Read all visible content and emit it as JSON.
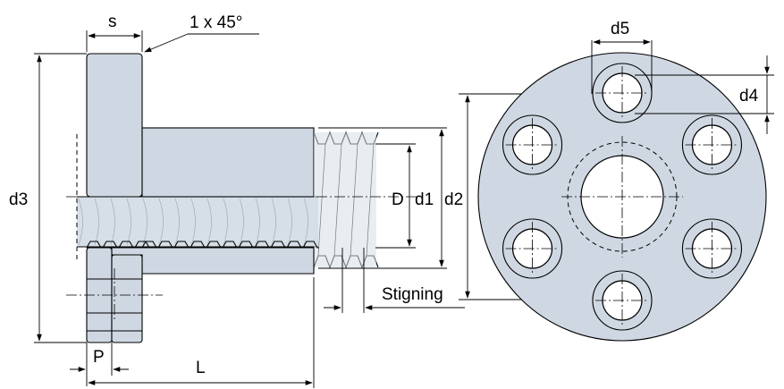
{
  "labels": {
    "s": "s",
    "chamfer": "1 x 45°",
    "d3": "d3",
    "D": "D",
    "d1": "d1",
    "d2": "d2",
    "d5": "d5",
    "d4": "d4",
    "stigning": "Stigning",
    "P": "P",
    "L": "L"
  },
  "colors": {
    "part_fill": "#cfd8e2",
    "part_light": "#dde4ec",
    "line": "#000000",
    "background": "#ffffff"
  }
}
